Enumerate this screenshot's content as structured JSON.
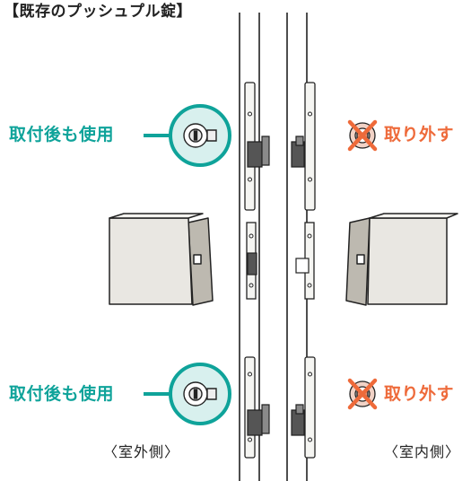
{
  "title": "【既存のプッシュプル錠】",
  "callouts": {
    "keep_label": "取付後も使用",
    "remove_label": "取り外す"
  },
  "sides": {
    "outdoor": "〈室外側〉",
    "indoor": "〈室内側〉"
  },
  "colors": {
    "keep": "#0fa39a",
    "keep_fill": "#d8f0ee",
    "remove": "#ee6a3a",
    "line": "#222222",
    "handle_face": "#e9e7e2",
    "handle_side": "#bdb9b0"
  },
  "icons": [
    "cylinder-lock-icon",
    "thumb-turn-icon",
    "cross-mark-icon"
  ]
}
